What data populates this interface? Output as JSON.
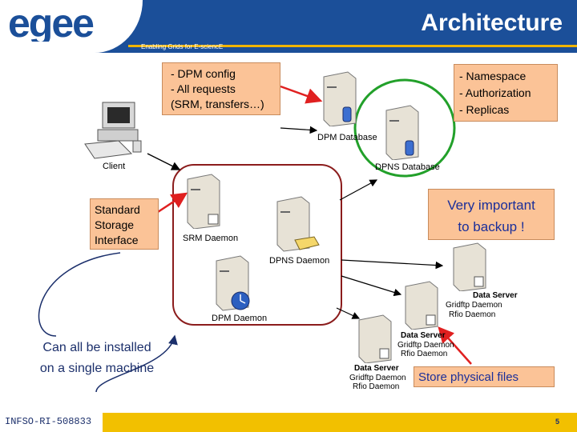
{
  "header": {
    "logo_text": "egee",
    "tagline": "Enabling Grids for E-sciencE",
    "title": "Architecture"
  },
  "callouts": {
    "dpm_config": [
      "- DPM config",
      "- All requests",
      "(SRM, transfers…)"
    ],
    "namespace": [
      "- Namespace",
      "- Authorization",
      "- Replicas"
    ],
    "standard_storage": [
      "Standard",
      "Storage",
      "Interface"
    ],
    "backup": [
      "Very important",
      "to backup !"
    ],
    "install": [
      "Can all be installed",
      "on a single machine"
    ],
    "physical_files": "Store physical files"
  },
  "components": {
    "client": "Client",
    "dpm_database": "DPM Database",
    "dpns_database": "DPNS Database",
    "srm_daemon": "SRM Daemon",
    "dpns_daemon": "DPNS Daemon",
    "dpm_daemon": "DPM Daemon",
    "data_server_title": "Data Server",
    "gridftp": "Gridftp Daemon",
    "rfio": "Rfio Daemon"
  },
  "footer": {
    "project": "INFSO-RI-508833",
    "page": "5"
  },
  "colors": {
    "header_blue": "#1b4f99",
    "accent_yellow": "#f2c000",
    "callout_orange": "#fbc397",
    "arrow_red": "#e02020",
    "green_circle": "#22a02a",
    "daemon_frame": "#8b1c1c"
  }
}
